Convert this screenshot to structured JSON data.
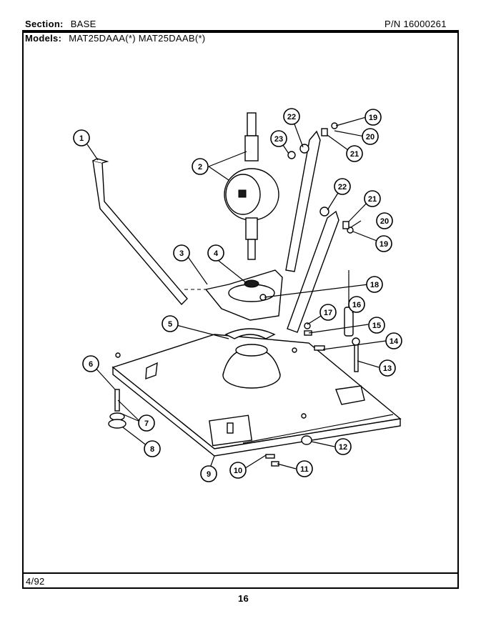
{
  "header": {
    "section_label": "Section:",
    "section_value": "BASE",
    "part_number": "P/N  16000261",
    "models_label": "Models:",
    "models_value": "MAT25DAAA(*)   MAT25DAAB(*)"
  },
  "footer": {
    "date": "4/92",
    "page_number": "16"
  },
  "callouts": [
    "1",
    "2",
    "3",
    "4",
    "5",
    "6",
    "7",
    "8",
    "9",
    "10",
    "11",
    "12",
    "13",
    "14",
    "15",
    "16",
    "17",
    "18",
    "19",
    "20",
    "21",
    "22",
    "23",
    "19",
    "20",
    "21",
    "22"
  ]
}
